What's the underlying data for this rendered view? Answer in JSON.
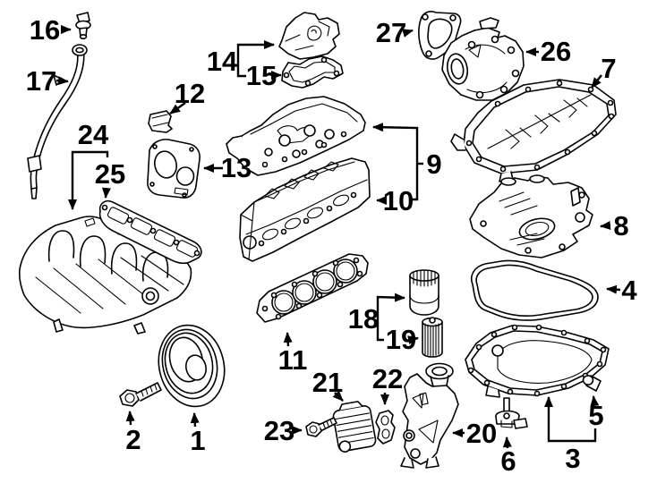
{
  "diagram": {
    "background": "#ffffff",
    "line_color": "#000000",
    "label_color": "#000000",
    "labels": {
      "n1": "1",
      "n2": "2",
      "n3": "3",
      "n4": "4",
      "n5": "5",
      "n6": "6",
      "n7": "7",
      "n8": "8",
      "n9": "9",
      "n10": "10",
      "n11": "11",
      "n12": "12",
      "n13": "13",
      "n14": "14",
      "n15": "15",
      "n16": "16",
      "n17": "17",
      "n18": "18",
      "n19": "19",
      "n20": "20",
      "n21": "21",
      "n22": "22",
      "n23": "23",
      "n24": "24",
      "n25": "25",
      "n26": "26",
      "n27": "27"
    }
  }
}
